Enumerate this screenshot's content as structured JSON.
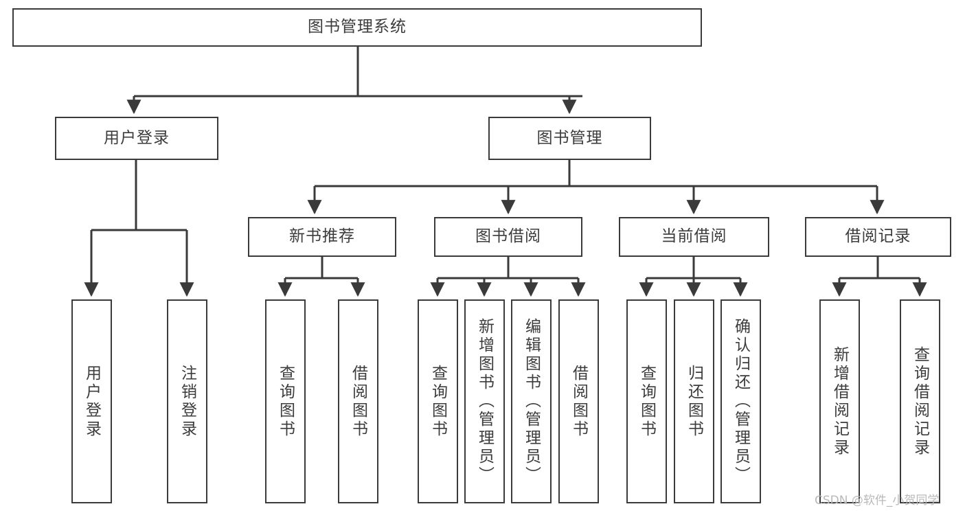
{
  "diagram": {
    "title": "图书管理系统",
    "type": "hierarchy-tree",
    "watermark": "CSDN @软件_小贺同学",
    "colors": {
      "stroke": "#3a3a3a",
      "fill": "#ffffff",
      "text": "#3c3c3c",
      "watermark": "#b9b9b9"
    },
    "root": {
      "label": "图书管理系统"
    },
    "level2": [
      {
        "label": "用户登录"
      },
      {
        "label": "图书管理"
      }
    ],
    "level3": [
      {
        "label": "新书推荐"
      },
      {
        "label": "图书借阅"
      },
      {
        "label": "当前借阅"
      },
      {
        "label": "借阅记录"
      }
    ],
    "leaves": [
      {
        "label": "用户登录",
        "parent": "用户登录"
      },
      {
        "label": "注销登录",
        "parent": "用户登录"
      },
      {
        "label": "查询图书",
        "parent": "新书推荐"
      },
      {
        "label": "借阅图书",
        "parent": "新书推荐"
      },
      {
        "label": "查询图书",
        "parent": "图书借阅"
      },
      {
        "label": "新增图书（管理员）",
        "parent": "图书借阅"
      },
      {
        "label": "编辑图书（管理员）",
        "parent": "图书借阅"
      },
      {
        "label": "借阅图书",
        "parent": "图书借阅"
      },
      {
        "label": "查询图书",
        "parent": "当前借阅"
      },
      {
        "label": "归还图书",
        "parent": "当前借阅"
      },
      {
        "label": "确认归还（管理员）",
        "parent": "当前借阅"
      },
      {
        "label": "新增借阅记录",
        "parent": "借阅记录"
      },
      {
        "label": "查询借阅记录",
        "parent": "借阅记录"
      }
    ]
  }
}
